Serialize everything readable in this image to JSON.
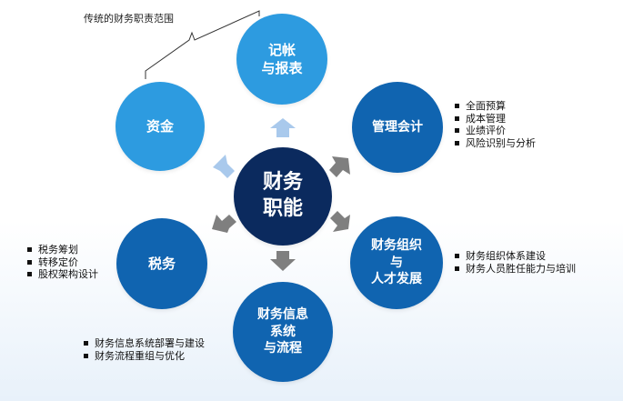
{
  "bracket_label": "传统的财务职责范围",
  "center": {
    "line1": "财务",
    "line2": "职能"
  },
  "nodes": {
    "jizhang": {
      "line1": "记帐",
      "line2": "与报表"
    },
    "zijin": {
      "label": "资金"
    },
    "guanli": {
      "label": "管理会计"
    },
    "shuiwu": {
      "label": "税务"
    },
    "zuzhi": {
      "line1": "财务组织",
      "line2": "与",
      "line3": "人才发展"
    },
    "xinxi": {
      "line1": "财务信息",
      "line2": "系统",
      "line3": "与流程"
    }
  },
  "lists": {
    "guanli": [
      "全面预算",
      "成本管理",
      "业绩评价",
      "风险识别与分析"
    ],
    "zuzhi": [
      "财务组织体系建设",
      "财务人员胜任能力与培训"
    ],
    "shuiwu": [
      "税务筹划",
      "转移定价",
      "股权架构设计"
    ],
    "xinxi": [
      "财务信息系统部署与建设",
      "财务流程重组与优化"
    ]
  },
  "colors": {
    "center": "#0b2a5e",
    "light_node": "#2d9be0",
    "dark_node": "#1064b0",
    "arrow_light": "#a9c9ec",
    "arrow_gray": "#7f7f7f"
  }
}
